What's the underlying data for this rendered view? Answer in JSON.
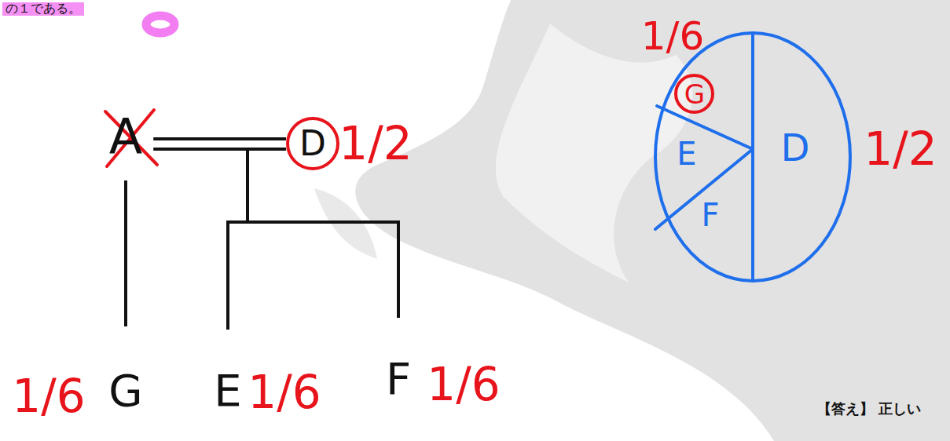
{
  "diagram": {
    "nodes": [
      {
        "text": [
          "A"
        ]
      },
      {
        "text": [
          "D"
        ]
      },
      {
        "text": [
          "G"
        ]
      },
      {
        "text": [
          "E"
        ]
      },
      {
        "text": [
          "F"
        ]
      },
      {
        "text": [
          "G"
        ]
      },
      {
        "text": [
          "E"
        ]
      },
      {
        "text": [
          "F"
        ]
      },
      {
        "text": [
          "D"
        ]
      }
    ],
    "edges": [
      {
        "from": 0,
        "to": 1,
        "arrow": "none"
      },
      {
        "from": 0,
        "to": 2,
        "arrow": "none"
      },
      {
        "from": 1,
        "to": 3,
        "arrow": "none"
      },
      {
        "from": 1,
        "to": 4,
        "arrow": "none"
      }
    ],
    "labels": [
      "の１である。",
      "1/2",
      "1/6",
      "1/6",
      "1/6",
      "1/6",
      "1/2",
      "【答え】 正しい"
    ]
  }
}
